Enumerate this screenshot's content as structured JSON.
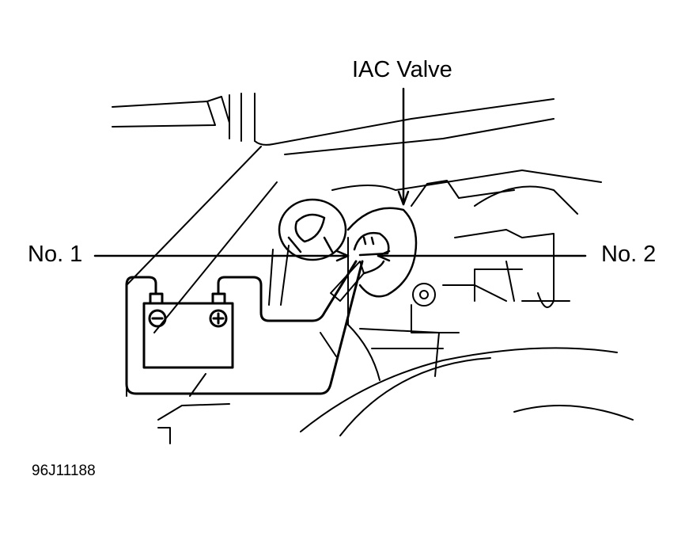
{
  "labels": {
    "iac_valve": "IAC Valve",
    "no1": "No. 1",
    "no2": "No. 2",
    "figure_id": "96J11188"
  },
  "battery": {
    "negative_symbol": "−",
    "positive_symbol": "+"
  }
}
